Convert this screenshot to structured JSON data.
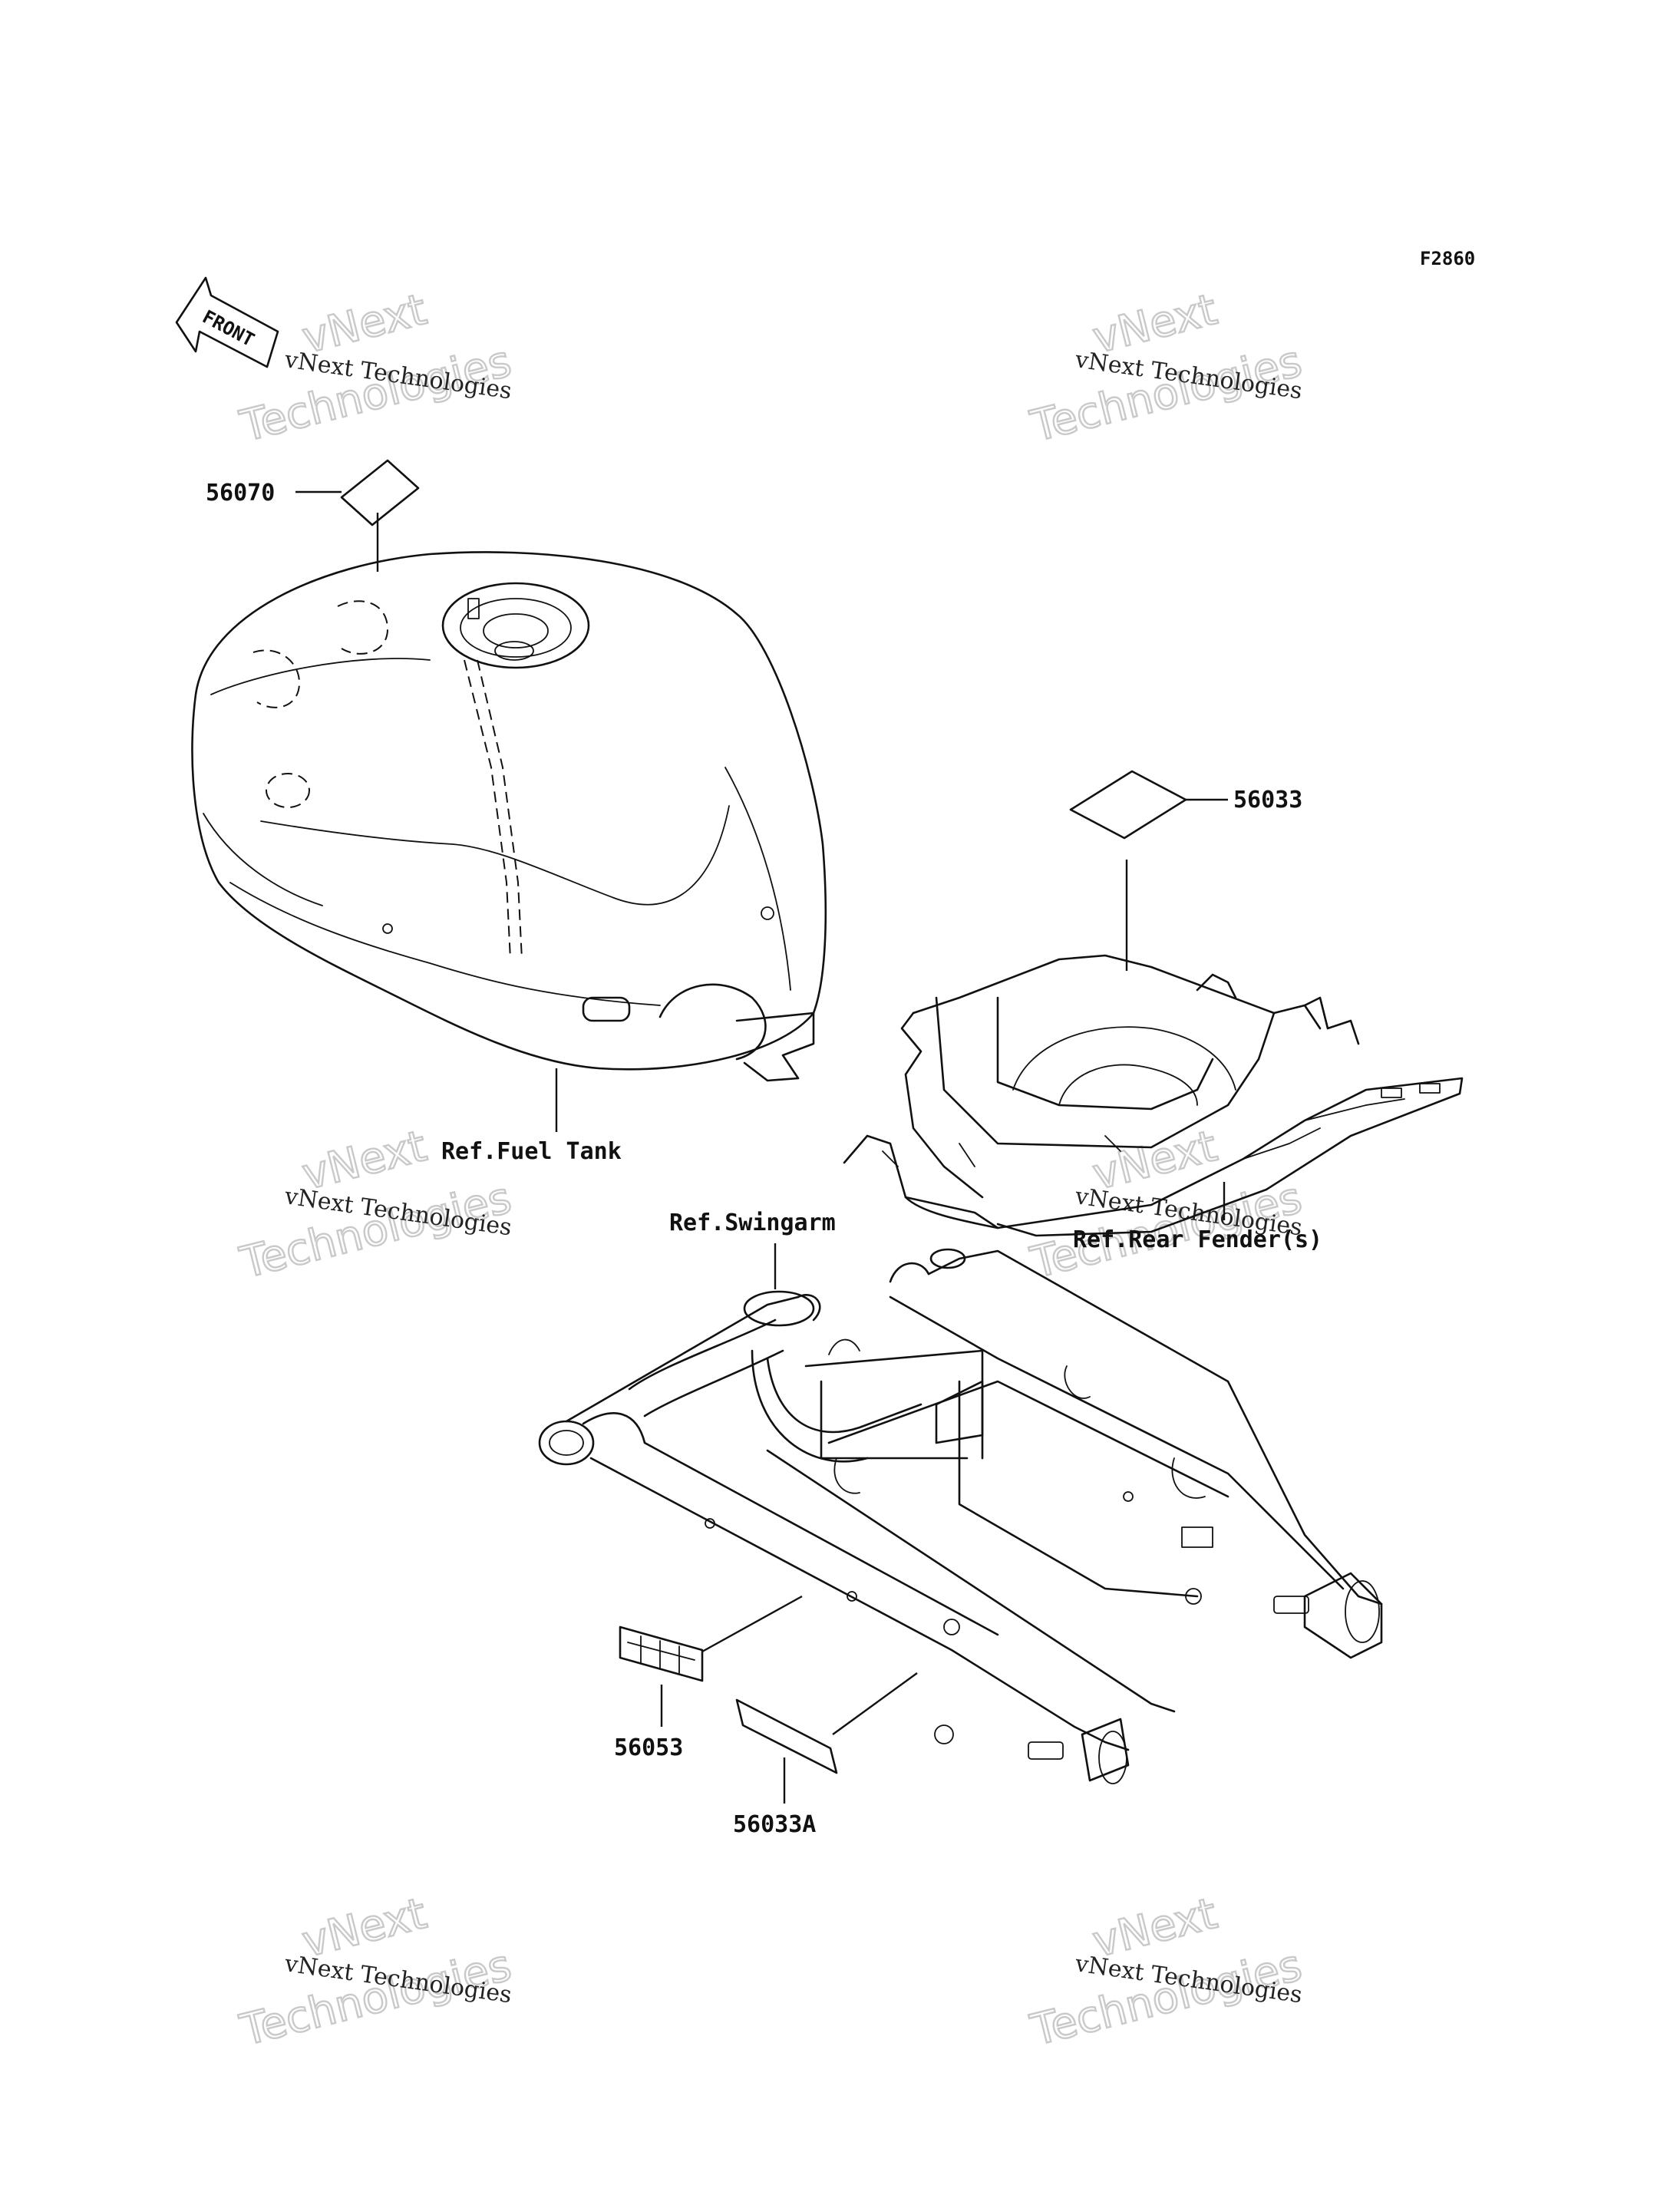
{
  "diagram_code": "F2860",
  "front_arrow": {
    "text": "FRONT"
  },
  "parts": {
    "p56070": "56070",
    "p56033": "56033",
    "p56053": "56053",
    "p56033A": "56033A"
  },
  "references": {
    "fuel_tank": "Ref.Fuel Tank",
    "rear_fender": "Ref.Rear Fender(s)",
    "swingarm": "Ref.Swingarm"
  },
  "watermarks": [
    {
      "small": "vNext Technologies",
      "big_top": "vNext",
      "big_bottom": "Technologies"
    },
    {
      "small": "vNext Technologies",
      "big_top": "vNext",
      "big_bottom": "Technologies"
    },
    {
      "small": "vNext Technologies",
      "big_top": "vNext",
      "big_bottom": "Technologies"
    },
    {
      "small": "vNext Technologies",
      "big_top": "vNext",
      "big_bottom": "Technologies"
    },
    {
      "small": "vNext Technologies",
      "big_top": "vNext",
      "big_bottom": "Technologies"
    },
    {
      "small": "vNext Technologies",
      "big_top": "vNext",
      "big_bottom": "Technologies"
    }
  ]
}
